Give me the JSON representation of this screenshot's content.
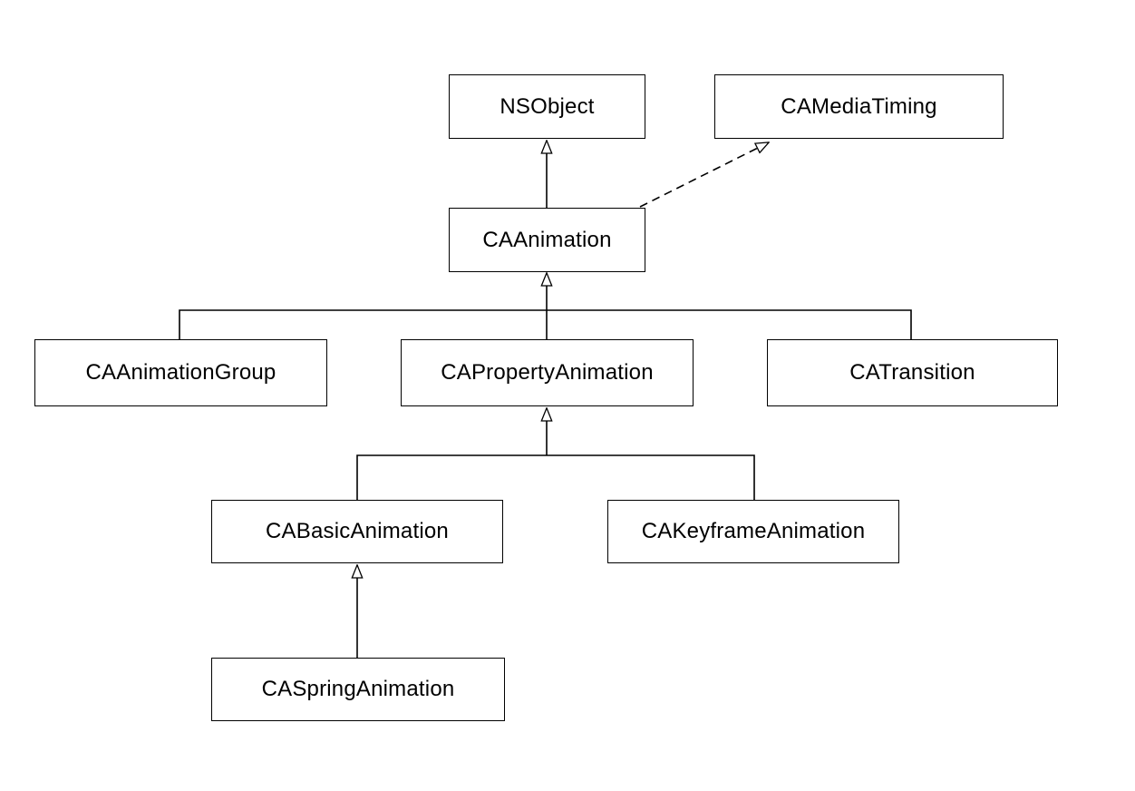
{
  "diagram": {
    "type": "class-hierarchy",
    "background_color": "#ffffff",
    "stroke_color": "#000000",
    "text_color": "#000000",
    "box_fill_color": "#ffffff",
    "nodes": [
      {
        "id": "nsobject",
        "label": "NSObject"
      },
      {
        "id": "camediatiming",
        "label": "CAMediaTiming"
      },
      {
        "id": "caanimation",
        "label": "CAAnimation"
      },
      {
        "id": "caanimationgroup",
        "label": "CAAnimationGroup"
      },
      {
        "id": "capropertyanimation",
        "label": "CAPropertyAnimation"
      },
      {
        "id": "catransition",
        "label": "CATransition"
      },
      {
        "id": "cabasicanimation",
        "label": "CABasicAnimation"
      },
      {
        "id": "cakeyframeanimation",
        "label": "CAKeyframeAnimation"
      },
      {
        "id": "caspringanimation",
        "label": "CASpringAnimation"
      }
    ],
    "edges": [
      {
        "from": "CAAnimation",
        "to": "NSObject",
        "type": "inheritance",
        "line": "solid"
      },
      {
        "from": "CAAnimation",
        "to": "CAMediaTiming",
        "type": "conformance",
        "line": "dashed"
      },
      {
        "from": "CAAnimationGroup",
        "to": "CAAnimation",
        "type": "inheritance",
        "line": "solid"
      },
      {
        "from": "CAPropertyAnimation",
        "to": "CAAnimation",
        "type": "inheritance",
        "line": "solid"
      },
      {
        "from": "CATransition",
        "to": "CAAnimation",
        "type": "inheritance",
        "line": "solid"
      },
      {
        "from": "CABasicAnimation",
        "to": "CAPropertyAnimation",
        "type": "inheritance",
        "line": "solid"
      },
      {
        "from": "CAKeyframeAnimation",
        "to": "CAPropertyAnimation",
        "type": "inheritance",
        "line": "solid"
      },
      {
        "from": "CASpringAnimation",
        "to": "CABasicAnimation",
        "type": "inheritance",
        "line": "solid"
      }
    ]
  }
}
